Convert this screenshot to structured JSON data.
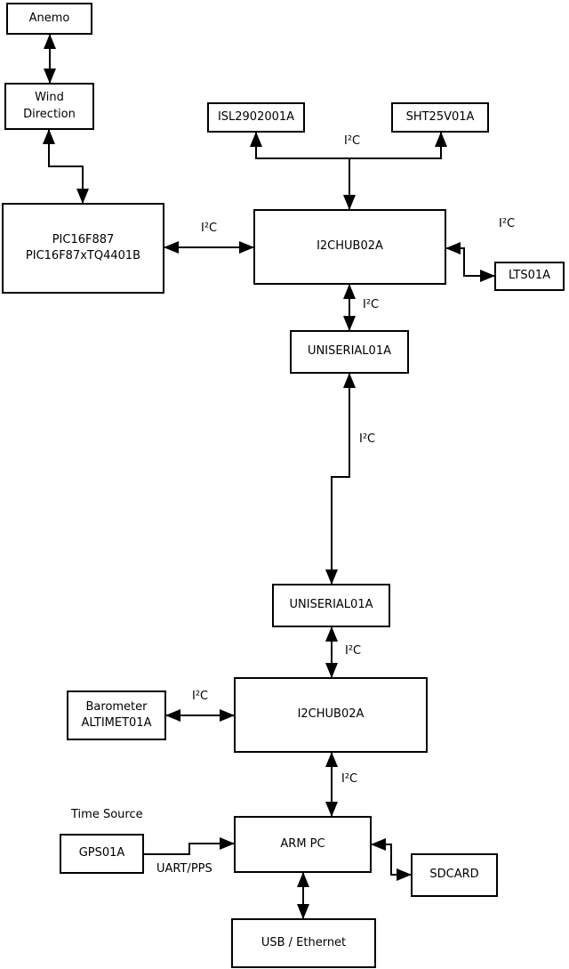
{
  "diagram": {
    "nodes": {
      "anemo": {
        "label": "Anemo"
      },
      "wind_direction": {
        "line1": "Wind",
        "line2": "Direction"
      },
      "pic": {
        "line1": "PIC16F887",
        "line2": "PIC16F87xTQ4401B"
      },
      "isl": {
        "label": "ISL2902001A"
      },
      "sht": {
        "label": "SHT25V01A"
      },
      "i2chub_top": {
        "label": "I2CHUB02A"
      },
      "lts": {
        "label": "LTS01A"
      },
      "uniserial_top": {
        "label": "UNISERIAL01A"
      },
      "uniserial_bottom": {
        "label": "UNISERIAL01A"
      },
      "i2chub_bottom": {
        "label": "I2CHUB02A"
      },
      "barometer": {
        "line1": "Barometer",
        "line2": "ALTIMET01A"
      },
      "gps": {
        "label": "GPS01A"
      },
      "arm_pc": {
        "label": "ARM PC"
      },
      "sdcard": {
        "label": "SDCARD"
      },
      "usb_ethernet": {
        "label": "USB / Ethernet"
      }
    },
    "edge_labels": {
      "i2c": "I²C",
      "uart_pps": "UART/PPS",
      "time_source": "Time Source"
    },
    "edges": [
      {
        "from": "anemo",
        "to": "wind_direction",
        "bidirectional": true
      },
      {
        "from": "wind_direction",
        "to": "pic",
        "bidirectional": true
      },
      {
        "from": "pic",
        "to": "i2chub_top",
        "bidirectional": true,
        "label": "I²C"
      },
      {
        "type": "bus",
        "nodes": [
          "i2chub_top",
          "isl",
          "sht"
        ],
        "label": "I²C"
      },
      {
        "from": "i2chub_top",
        "to": "lts",
        "bidirectional": true,
        "label": "I²C"
      },
      {
        "from": "i2chub_top",
        "to": "uniserial_top",
        "bidirectional": true,
        "label": "I²C"
      },
      {
        "from": "uniserial_top",
        "to": "uniserial_bottom",
        "bidirectional": true,
        "label": "I²C"
      },
      {
        "from": "uniserial_bottom",
        "to": "i2chub_bottom",
        "bidirectional": true,
        "label": "I²C"
      },
      {
        "from": "barometer",
        "to": "i2chub_bottom",
        "bidirectional": true,
        "label": "I²C"
      },
      {
        "from": "i2chub_bottom",
        "to": "arm_pc",
        "bidirectional": true,
        "label": "I²C"
      },
      {
        "from": "gps",
        "to": "arm_pc",
        "bidirectional": false,
        "label": "UART/PPS",
        "caption": "Time Source"
      },
      {
        "from": "arm_pc",
        "to": "sdcard",
        "bidirectional": true
      },
      {
        "from": "arm_pc",
        "to": "usb_ethernet",
        "bidirectional": true
      }
    ],
    "colors": {
      "line": "#000000",
      "box_fill": "#ffffff",
      "background": "#ffffff",
      "text": "#000000"
    }
  }
}
